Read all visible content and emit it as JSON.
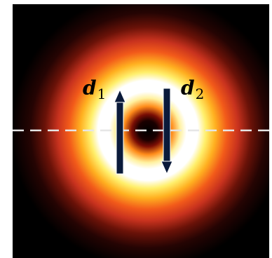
{
  "figure": {
    "colors": {
      "background": "#000000",
      "ring_outer": "#c8321e",
      "ring_mid": "#ff8c1a",
      "ring_inner": "#ffffff",
      "ring_glow": "#ffe66b",
      "center": "#000000",
      "dashed_line": "#e6e6e6",
      "arrow": "#0a1a3a"
    },
    "labels": {
      "d1_main": "d",
      "d1_sub": "1",
      "d2_main": "d",
      "d2_sub": "2"
    },
    "arrows": [
      {
        "name": "d1",
        "direction": "up"
      },
      {
        "name": "d2",
        "direction": "down"
      }
    ]
  }
}
